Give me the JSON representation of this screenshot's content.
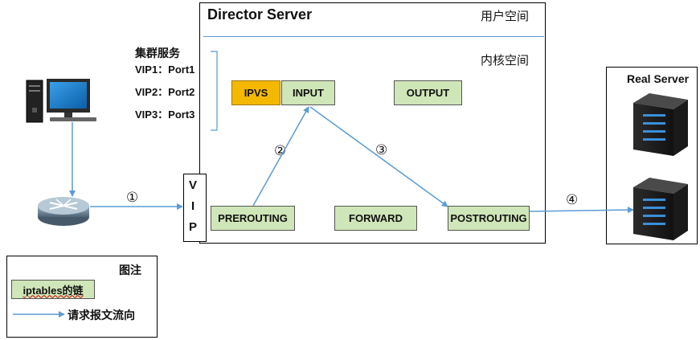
{
  "director": {
    "title": "Director Server",
    "user_space": "用户空间",
    "kernel_space": "内核空间"
  },
  "cluster": {
    "title": "集群服务",
    "services": [
      "VIP1：Port1",
      "VIP2：Port2",
      "VIP3：Port3"
    ]
  },
  "chains": {
    "ipvs": "IPVS",
    "input": "INPUT",
    "output": "OUTPUT",
    "prerouting": "PREROUTING",
    "forward": "FORWARD",
    "postrouting": "POSTROUTING"
  },
  "vip_letters": [
    "V",
    "I",
    "P"
  ],
  "steps": [
    "①",
    "②",
    "③",
    "④"
  ],
  "real_server": {
    "title": "Real Server"
  },
  "legend": {
    "title": "图注",
    "chain_label": "iptables的链",
    "arrow_label": "请求报文流向"
  },
  "colors": {
    "chain_fill": "#cfe6b8",
    "ipvs_fill": "#f5b800",
    "arrow": "#5b9bd5"
  }
}
